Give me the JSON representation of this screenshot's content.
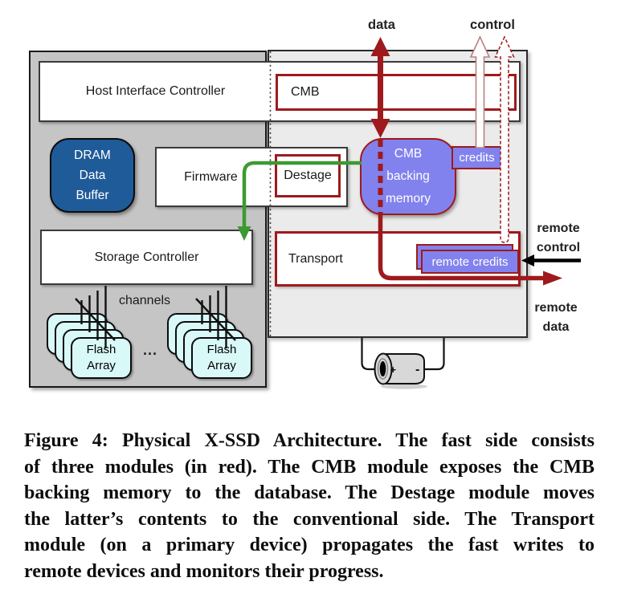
{
  "diagram": {
    "host_label": "Host Interface Controller",
    "cmb_label": "CMB",
    "dram_lines": [
      "DRAM",
      "Data",
      "Buffer"
    ],
    "firmware_label": "Firmware",
    "destage_label": "Destage",
    "cmb_backing_lines": [
      "CMB",
      "backing",
      "memory"
    ],
    "credits_label": "credits",
    "storage_label": "Storage Controller",
    "channels_label": "channels",
    "flash_lines": [
      "Flash",
      "Array"
    ],
    "dots": "...",
    "transport_label": "Transport",
    "remote_credits_label": "remote credits",
    "data_label": "data",
    "control_label": "control",
    "remote_control_lines": [
      "remote",
      "control"
    ],
    "remote_data_lines": [
      "remote",
      "data"
    ],
    "capacitor_plus": "+",
    "capacitor_minus": "-",
    "colors": {
      "fast_side_red": "#9e1a1c",
      "memory_purple": "#8282ee",
      "dram_blue": "#1f5b99",
      "flash_cyan": "#d9f8f8",
      "destage_green": "#3c9a32",
      "left_panel_gray": "#c5c5c5",
      "right_panel_gray": "#ebebeb"
    }
  },
  "caption": {
    "lines": [
      "Figure 4: Physical X-SSD Architecture. The fast side consists",
      "of three modules (in red). The CMB module exposes the CMB",
      "backing memory to the database. The Destage module moves",
      "the latter’s contents to the conventional side. The Transport",
      "module (on a primary device) propagates the fast writes to",
      "remote devices and monitors their progress."
    ]
  }
}
